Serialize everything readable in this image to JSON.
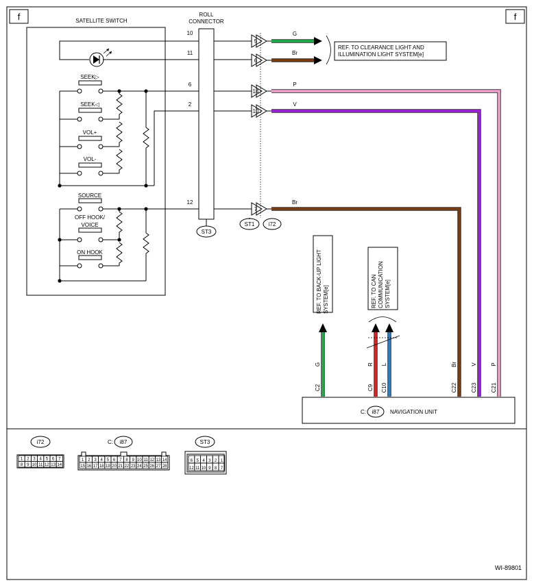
{
  "page": {
    "corner_left": "f",
    "corner_right": "f",
    "figure_id": "WI-89801"
  },
  "satellite_switch": {
    "title": "SATELLITE SWITCH",
    "buttons": [
      "SEEK▷",
      "SEEK◁",
      "VOL+",
      "VOL-",
      "SOURCE",
      "OFF HOOK/",
      "VOICE",
      "ON HOOK"
    ]
  },
  "roll_connector": {
    "title_line1": "ROLL",
    "title_line2": "CONNECTOR",
    "label": "ST3",
    "pins": [
      "10",
      "11",
      "6",
      "2",
      "12"
    ]
  },
  "terminals": {
    "numbers": [
      "5",
      "6",
      "14",
      "10",
      "7"
    ],
    "connector_labels": [
      "ST1",
      "i72"
    ]
  },
  "wires": {
    "colors": {
      "G": "#1db34a",
      "Br": "#7a3d12",
      "P": "#f5a3d3",
      "V": "#a01ee0",
      "R": "#ee1c1c",
      "L": "#2880d0"
    },
    "labels_top": [
      "G",
      "Br",
      "P",
      "V",
      "Br"
    ],
    "labels_bottom": [
      "G",
      "R",
      "L",
      "Br",
      "V",
      "P"
    ],
    "pins_bottom": [
      "C2",
      "C9",
      "C10",
      "C22",
      "C23",
      "C21"
    ]
  },
  "references": {
    "clearance_line1": "REF. TO CLEARANCE LIGHT AND",
    "clearance_line2": "ILLUMINATION LIGHT SYSTEM[e]",
    "backup_line1": "REF. TO BACK-UP LIGHT",
    "backup_line2": "SYSTEM[e]",
    "can_line1": "REF. TO CAN",
    "can_line2": "COMMUNICATION",
    "can_line3": "SYSTEM[e]"
  },
  "navigation_unit": {
    "prefix": "C:",
    "connector": "i87",
    "name": "NAVIGATION UNIT"
  },
  "legend": {
    "i72": {
      "label": "i72",
      "row1": [
        "1",
        "2",
        "3",
        "4",
        "5",
        "6",
        "7"
      ],
      "row2": [
        "8",
        "9",
        "10",
        "11",
        "12",
        "13",
        "14"
      ]
    },
    "i87": {
      "prefix": "C:",
      "label": "i87",
      "row1": [
        "1",
        "2",
        "3",
        "4",
        "5",
        "6",
        "7",
        "8",
        "9",
        "10",
        "11",
        "12",
        "13",
        "14"
      ],
      "row2": [
        "15",
        "16",
        "17",
        "18",
        "19",
        "20",
        "21",
        "22",
        "23",
        "24",
        "25",
        "26",
        "27",
        "28"
      ]
    },
    "st3": {
      "label": "ST3",
      "row1": [
        "6",
        "5",
        "4",
        "3",
        "2",
        "1"
      ],
      "row2": [
        "12",
        "11",
        "10",
        "9",
        "8",
        "7"
      ]
    }
  }
}
